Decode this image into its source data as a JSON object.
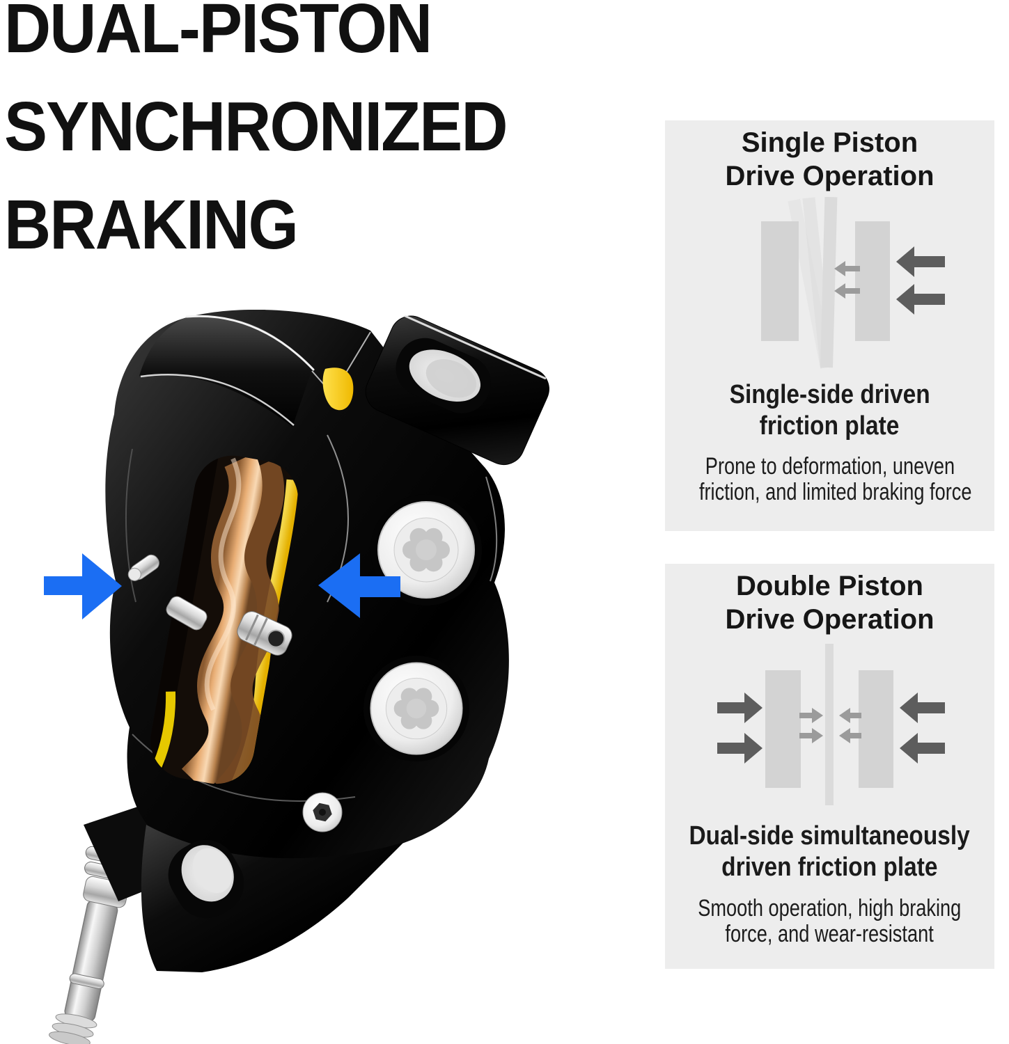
{
  "title": {
    "line1": "DUAL-PISTON",
    "line2": "SYNCHRONIZED",
    "line3": "BRAKING"
  },
  "hero": {
    "left_arrow_icon": "blue-arrow-right-icon",
    "right_arrow_icon": "blue-arrow-left-icon"
  },
  "panel_single": {
    "title_line1": "Single Piston",
    "title_line2": "Drive Operation",
    "subtitle_line1": "Single-side driven",
    "subtitle_line2": "friction plate",
    "body_line1": "Prone to deformation, uneven",
    "body_line2": "friction, and limited braking force"
  },
  "panel_double": {
    "title_line1": "Double Piston",
    "title_line2": "Drive Operation",
    "subtitle_line1": "Dual-side simultaneously",
    "subtitle_line2": "driven friction plate",
    "body_line1": "Smooth operation, high braking",
    "body_line2": "force, and wear-resistant"
  },
  "icons": {
    "hero_left": "blue-arrow-right-icon",
    "hero_right": "blue-arrow-left-icon",
    "diagram_large_force": "dark-gray-arrow-icon",
    "diagram_small_force": "light-gray-arrow-icon"
  },
  "colors": {
    "accent_blue": "#1b6ef3",
    "panel_bg": "#ededed",
    "pad_gray": "#d3d3d3",
    "rotor_gray": "#dbdbdb",
    "small_arrow_gray": "#9b9b9b",
    "large_arrow_gray": "#5d5d5d",
    "title_black": "#111111",
    "text_dark": "#1c1c1c"
  }
}
